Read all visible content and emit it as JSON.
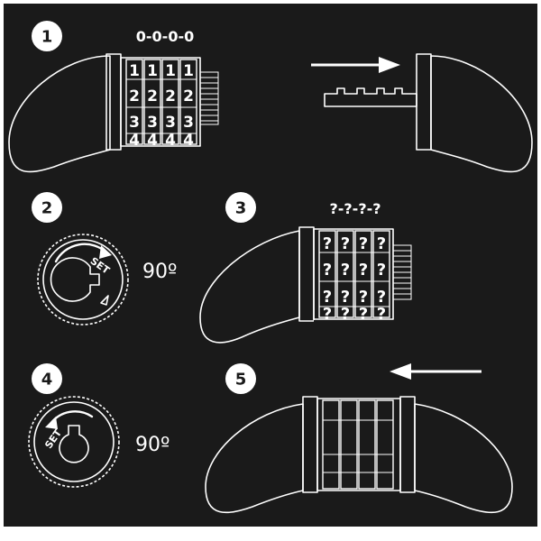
{
  "steps": [
    {
      "number": "1",
      "caption": "0-0-0-0"
    },
    {
      "number": "2",
      "angle": "90º"
    },
    {
      "number": "3",
      "caption": "?-?-?-?"
    },
    {
      "number": "4",
      "angle": "90º"
    },
    {
      "number": "5"
    }
  ],
  "dial_label": "SET",
  "wheel_digits_step1": [
    "1",
    "2",
    "3",
    "4"
  ],
  "wheel_digit_unknown": "?",
  "colors": {
    "background": "#1a1a1a",
    "line": "#ffffff",
    "frame": "#ffffff"
  }
}
